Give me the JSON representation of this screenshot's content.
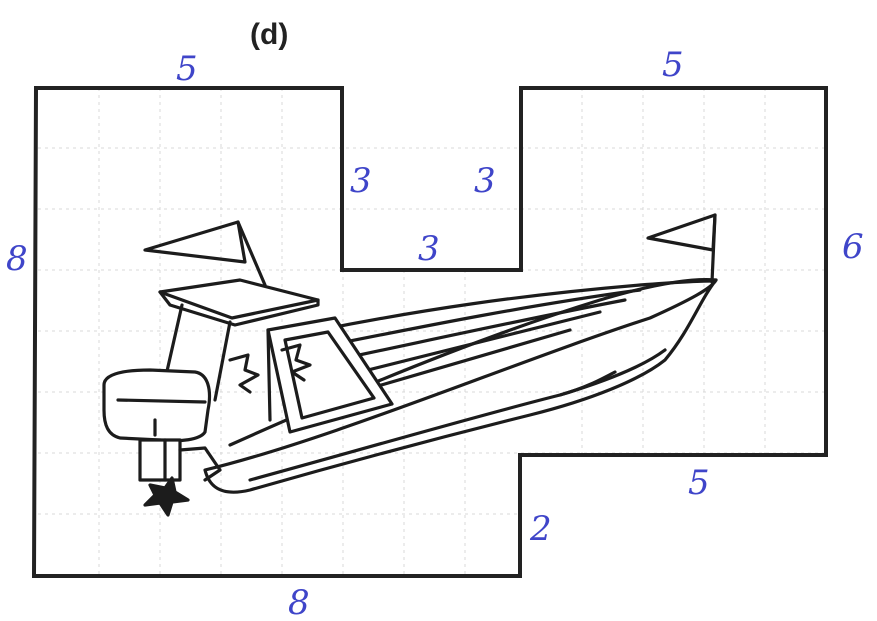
{
  "figure": {
    "label": "(d)"
  },
  "dimensions": {
    "top_left": "5",
    "top_right": "5",
    "inner_left": "3",
    "inner_right": "3",
    "notch_bottom": "3",
    "left": "8",
    "right": "6",
    "step_bottom": "5",
    "step_vertical": "2",
    "bottom": "8"
  },
  "colors": {
    "annotation": "#3f45c9",
    "outline": "#222222"
  }
}
